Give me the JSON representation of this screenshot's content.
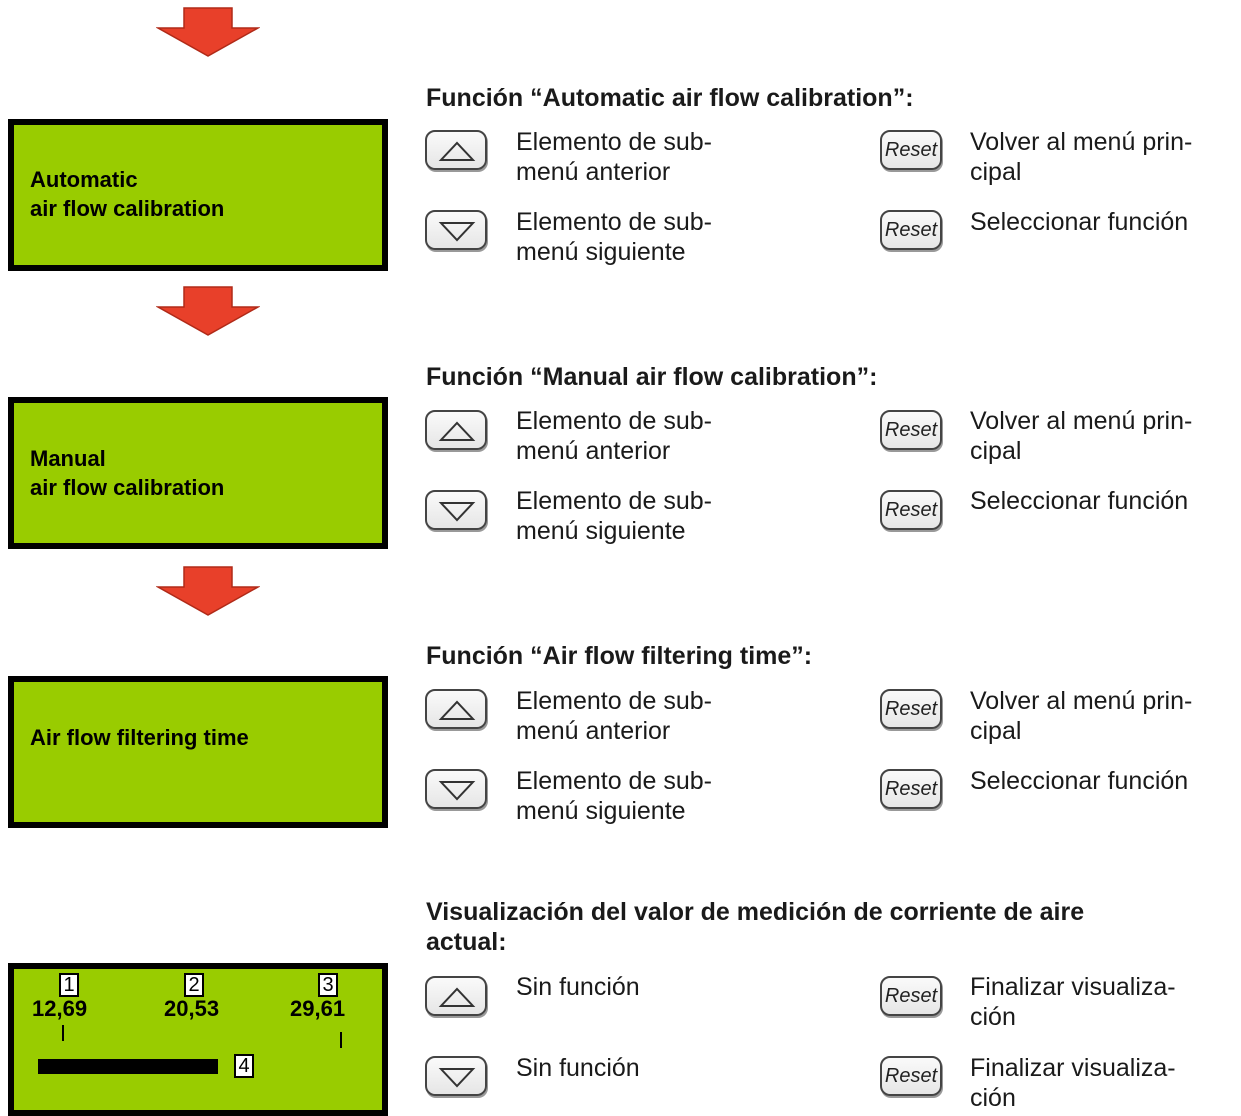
{
  "sections": [
    {
      "title": "Función “Automatic air flow calibration”:",
      "display_lines": [
        "Automatic",
        "air flow calibration"
      ],
      "up_desc": "Elemento de sub-\nmenú anterior",
      "down_desc": "Elemento de sub-\nmenú siguiente",
      "reset_label": "Reset",
      "reset1_desc": "Volver al menú prin-\ncipal",
      "reset2_desc": "Seleccionar función"
    },
    {
      "title": "Función “Manual air flow calibration”:",
      "display_lines": [
        "Manual",
        "air flow calibration"
      ],
      "up_desc": "Elemento de sub-\nmenú anterior",
      "down_desc": "Elemento de sub-\nmenú siguiente",
      "reset_label": "Reset",
      "reset1_desc": "Volver al menú prin-\ncipal",
      "reset2_desc": "Seleccionar función"
    },
    {
      "title": "Función “Air flow filtering time”:",
      "display_lines": [
        "Air flow filtering time"
      ],
      "up_desc": "Elemento de sub-\nmenú anterior",
      "down_desc": "Elemento de sub-\nmenú siguiente",
      "reset_label": "Reset",
      "reset1_desc": "Volver al menú prin-\ncipal",
      "reset2_desc": "Seleccionar función"
    },
    {
      "title": "Visualización del valor de medición de corriente de aire\nactual:",
      "up_desc": "Sin función",
      "down_desc": "Sin función",
      "reset_label": "Reset",
      "reset1_desc": "Finalizar visualiza-\nción",
      "reset2_desc": "Finalizar visualiza-\nción"
    }
  ],
  "measurement_display": {
    "markers": [
      "1",
      "2",
      "3",
      "4"
    ],
    "values": [
      "12,69",
      "20,53",
      "29,61"
    ],
    "bar_fill_fraction": 0.59
  },
  "colors": {
    "lcd_background": "#99cc00",
    "arrow": "#e8402a"
  }
}
